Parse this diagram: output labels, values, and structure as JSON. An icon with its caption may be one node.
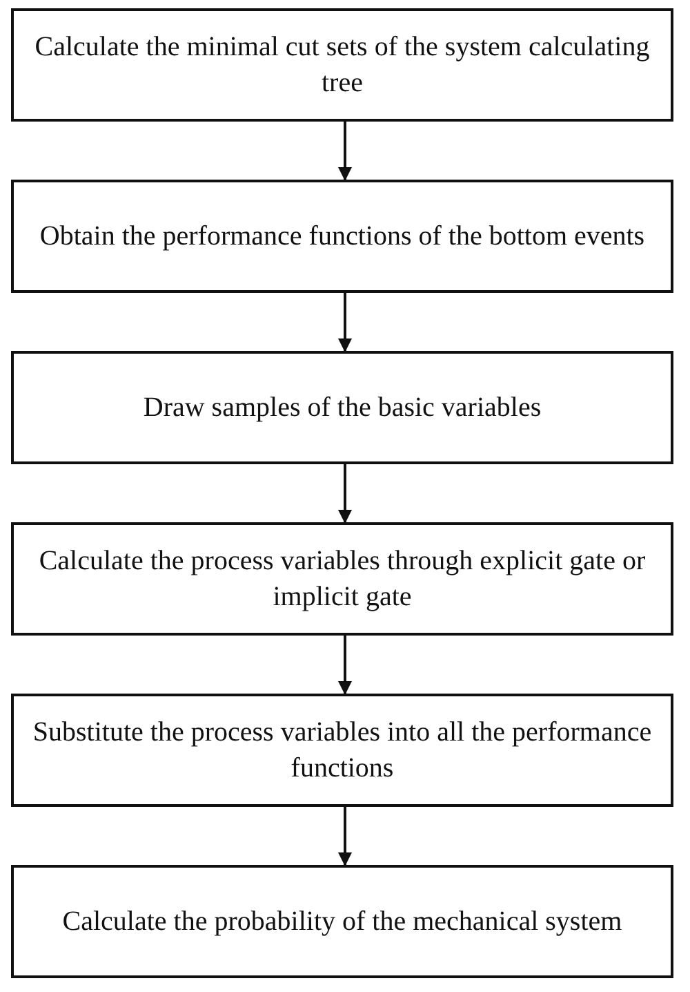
{
  "diagram": {
    "nodes": [
      {
        "text": [
          "Calculate the minimal cut sets of the system calculating tree"
        ]
      },
      {
        "text": [
          "Obtain the performance functions of the bottom events"
        ]
      },
      {
        "text": [
          "Draw samples of the basic variables"
        ]
      },
      {
        "text": [
          "Calculate the process variables through explicit gate or implicit gate"
        ]
      },
      {
        "text": [
          "Substitute the process variables into all the performance functions"
        ]
      },
      {
        "text": [
          "Calculate the probability of the mechanical system"
        ]
      }
    ],
    "edges": [
      {
        "from": 0,
        "to": 1,
        "arrow": "to"
      },
      {
        "from": 1,
        "to": 2,
        "arrow": "to"
      },
      {
        "from": 2,
        "to": 3,
        "arrow": "to"
      },
      {
        "from": 3,
        "to": 4,
        "arrow": "to"
      },
      {
        "from": 4,
        "to": 5,
        "arrow": "to"
      }
    ]
  }
}
